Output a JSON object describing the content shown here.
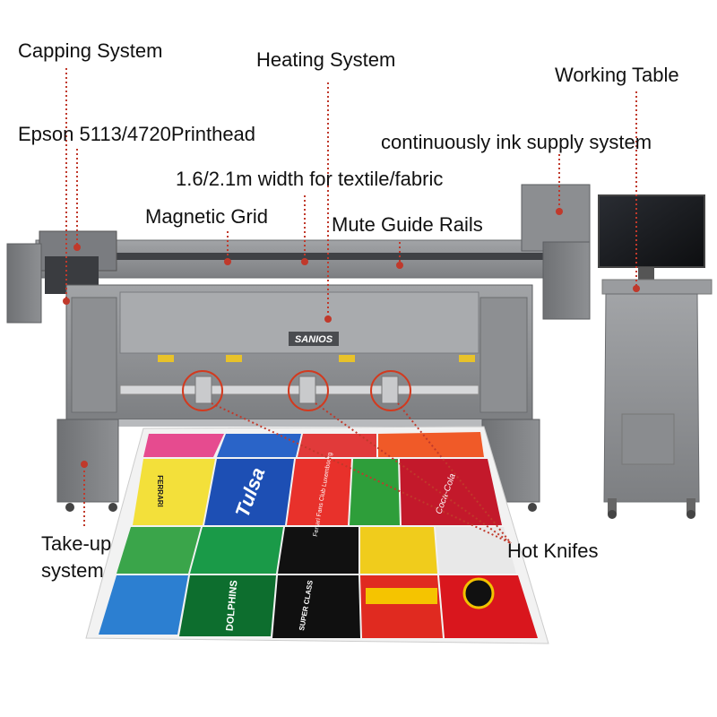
{
  "labels": {
    "capping": "Capping System",
    "heating": "Heating System",
    "working_table": "Working Table",
    "printhead": "Epson 5113/4720Printhead",
    "ink_supply": "continuously ink supply system",
    "width": "1.6/2.1m width for textile/fabric",
    "magnetic_grid": "Magnetic Grid",
    "guide_rails": "Mute Guide Rails",
    "takeup": "Take-up system",
    "hot_knifes": "Hot Knifes"
  },
  "printer": {
    "brand": "SANIOS"
  },
  "fabric": {
    "texts": [
      "Tulsa",
      "Ferrari Fans Club Luxembourg",
      "FERRARI",
      "DOLPHINS",
      "SUPER CLASS",
      "Coca-Cola"
    ]
  },
  "colors": {
    "leader_line": "#c0392b",
    "machine_gray": "#8b8d90",
    "machine_dark": "#5d5f62"
  }
}
